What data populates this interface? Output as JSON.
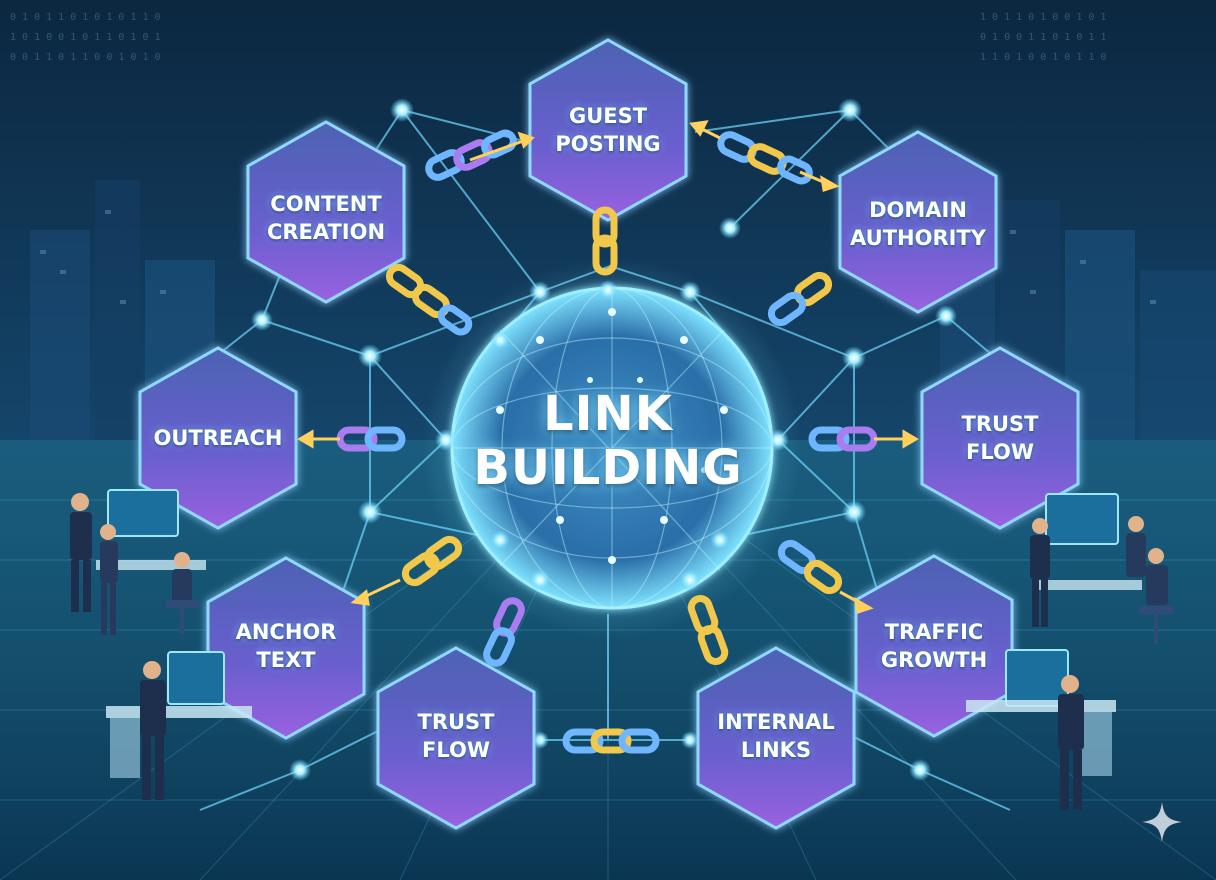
{
  "hub": {
    "line1": "LINK",
    "line2": "BUILDING"
  },
  "nodes": [
    {
      "id": "guest-posting",
      "line1": "GUEST",
      "line2": "POSTING"
    },
    {
      "id": "domain-authority",
      "line1": "DOMAIN",
      "line2": "AUTHORITY"
    },
    {
      "id": "trust-flow-right",
      "line1": "TRUST",
      "line2": "FLOW"
    },
    {
      "id": "traffic-growth",
      "line1": "TRAFFIC",
      "line2": "GROWTH"
    },
    {
      "id": "internal-links",
      "line1": "INTERNAL",
      "line2": "LINKS"
    },
    {
      "id": "trust-flow-bottom",
      "line1": "TRUST",
      "line2": "FLOW"
    },
    {
      "id": "anchor-text",
      "line1": "ANCHOR",
      "line2": "TEXT"
    },
    {
      "id": "outreach",
      "line1": "OUTREACH",
      "line2": ""
    },
    {
      "id": "content-creation",
      "line1": "CONTENT",
      "line2": "CREATION"
    }
  ],
  "colors": {
    "bg_top": "#0c2740",
    "bg_bottom": "#0f4a63",
    "hex_fill_top": "#5560b8",
    "hex_fill_bottom": "#8a5fd6",
    "hex_border": "#8fd9ff",
    "network_line": "#6fd8ff",
    "node_glow": "#b8f3ff",
    "chain_gold": "#f2c84a",
    "chain_blue": "#6fb6ff",
    "chain_purple": "#a97cf0",
    "arrow": "#ffd15c"
  },
  "icons": [
    "sparkle-icon",
    "chain-link-icon",
    "arrow-icon",
    "person-icon",
    "monitor-icon",
    "desk-icon",
    "chair-icon"
  ]
}
